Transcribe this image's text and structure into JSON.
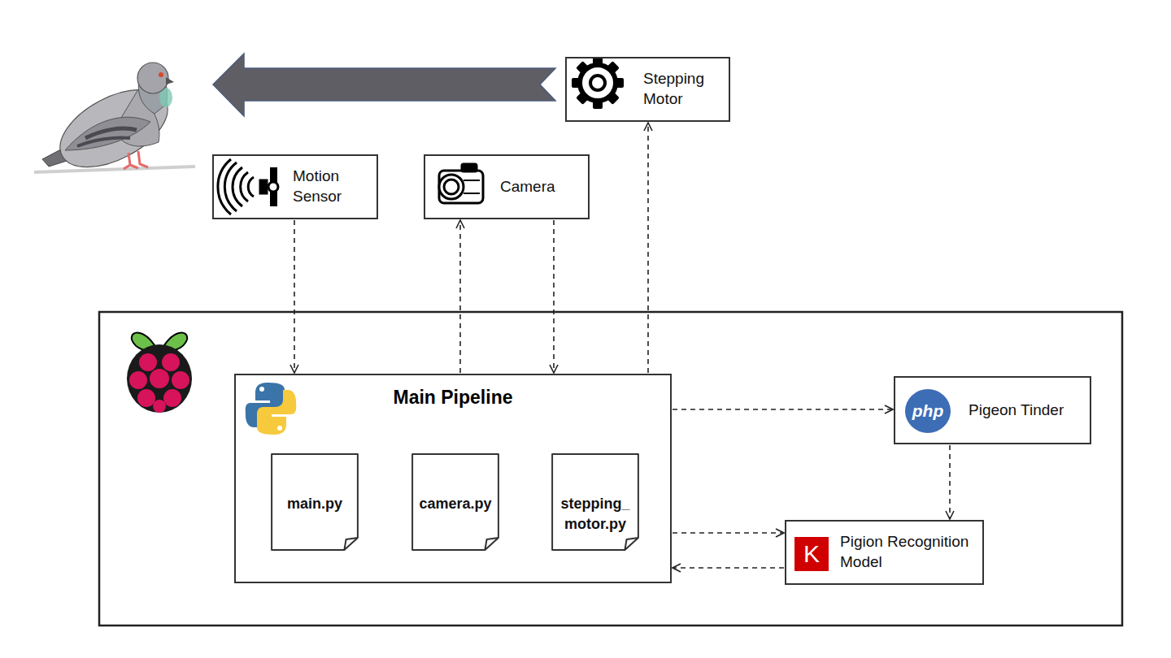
{
  "diagram": {
    "nodes": [
      {
        "text": [
          "Stepping Motor"
        ]
      },
      {
        "text": [
          "Motion Sensor"
        ]
      },
      {
        "text": [
          "Camera"
        ]
      },
      {
        "text": [
          "Main Pipeline"
        ]
      },
      {
        "text": [
          "main.py"
        ],
        "in": 3
      },
      {
        "text": [
          "camera.py"
        ],
        "in": 3
      },
      {
        "text": [
          "stepping_ motor.py"
        ],
        "in": 3
      },
      {
        "text": [
          "Pigeon Tinder"
        ]
      },
      {
        "text": [
          "Pigion Recognition Model"
        ]
      }
    ],
    "edges": [
      {
        "from": 1,
        "to": 3,
        "arrow": "to"
      },
      {
        "from": 3,
        "to": 2,
        "arrow": "to"
      },
      {
        "from": 2,
        "to": 3,
        "arrow": "to"
      },
      {
        "from": 3,
        "to": 0,
        "arrow": "to"
      },
      {
        "from": 3,
        "to": 7,
        "arrow": "to"
      },
      {
        "from": 7,
        "to": 8,
        "arrow": "to"
      },
      {
        "from": 3,
        "to": 8,
        "arrow": "to"
      },
      {
        "from": 8,
        "to": 3,
        "arrow": "to"
      }
    ],
    "labels": [
      "php",
      "K"
    ]
  }
}
